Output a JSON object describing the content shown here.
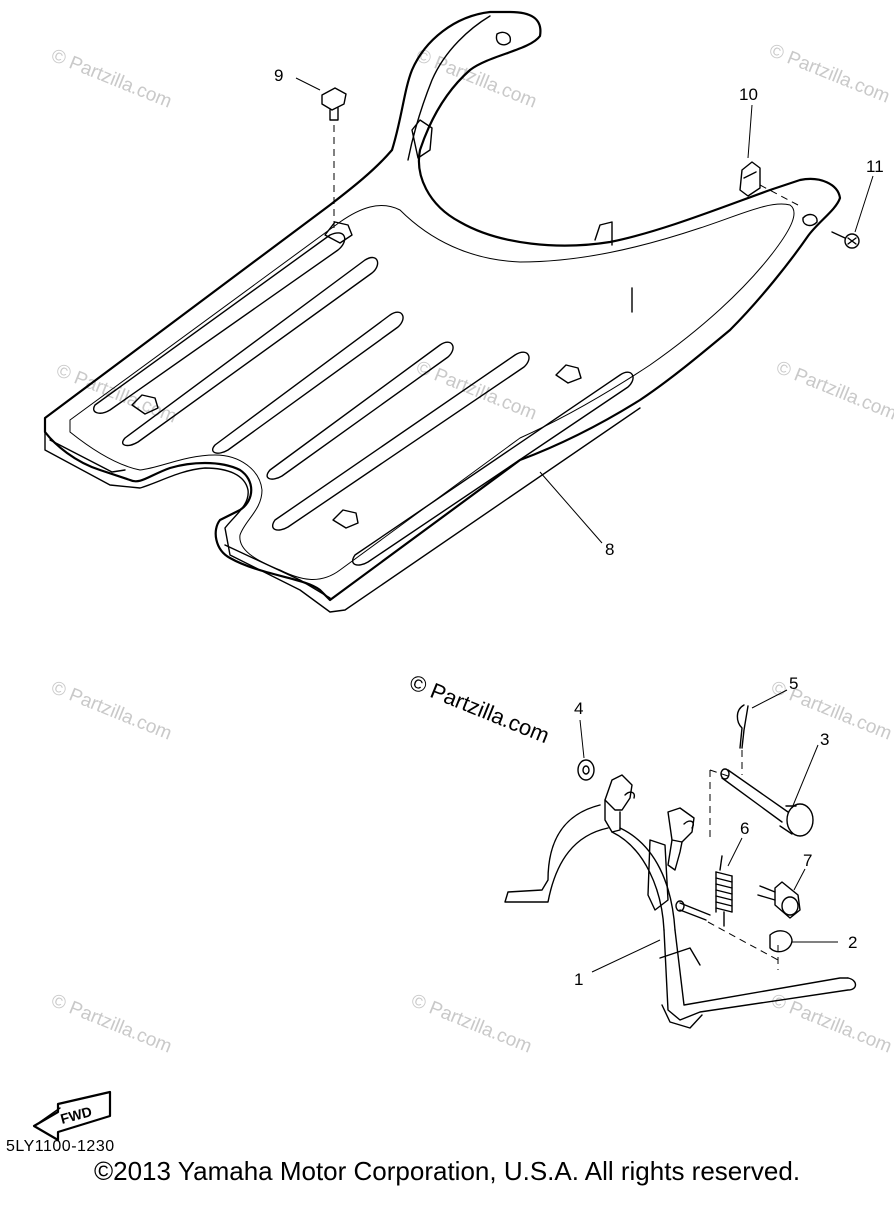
{
  "watermark": {
    "text": "© Partzilla.com",
    "center_text": "© Partzilla.com"
  },
  "callouts": {
    "c1": "1",
    "c2": "2",
    "c3": "3",
    "c4": "4",
    "c5": "5",
    "c6": "6",
    "c7": "7",
    "c8": "8",
    "c9": "9",
    "c10": "10",
    "c11": "11"
  },
  "fwd_label": "FWD",
  "diagram_code": "5LY1100-1230",
  "copyright": "©2013 Yamaha Motor Corporation, U.S.A. All rights reserved."
}
